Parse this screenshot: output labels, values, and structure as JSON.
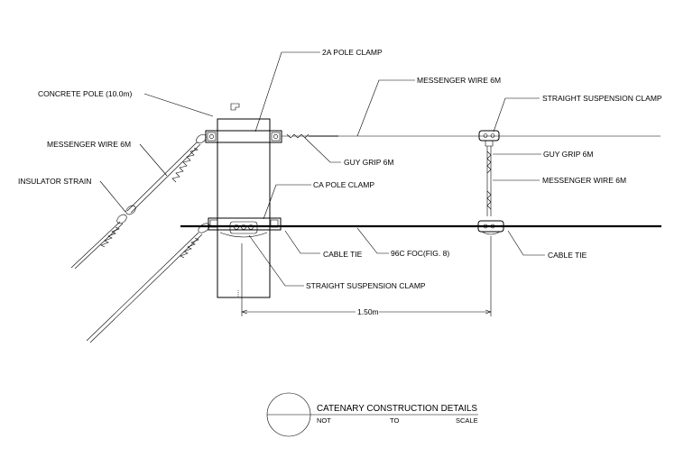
{
  "labels": {
    "pole_clamp_2a": "2A POLE CLAMP",
    "messenger_wire_top": "MESSENGER WIRE 6M",
    "concrete_pole": "CONCRETE POLE (10.0m)",
    "straight_suspension_clamp_right": "STRAIGHT SUSPENSION CLAMP",
    "messenger_wire_left": "MESSENGER WIRE 6M",
    "guy_grip_left": "GUY GRIP 6M",
    "guy_grip_right": "GUY GRIP 6M",
    "insulator_strain": "INSULATOR STRAIN",
    "ca_pole_clamp": "CA POLE CLAMP",
    "messenger_wire_right": "MESSENGER WIRE 6M",
    "cable_tie_left": "CABLE TIE",
    "foc": "96C FOC(FIG. 8)",
    "cable_tie_right": "CABLE TIE",
    "straight_suspension_clamp_bottom": "STRAIGHT SUSPENSION CLAMP",
    "dimension": "1.50m"
  },
  "title_block": {
    "title": "CATENARY CONSTRUCTION DETAILS",
    "scale_words": [
      "NOT",
      "TO",
      "SCALE"
    ]
  }
}
